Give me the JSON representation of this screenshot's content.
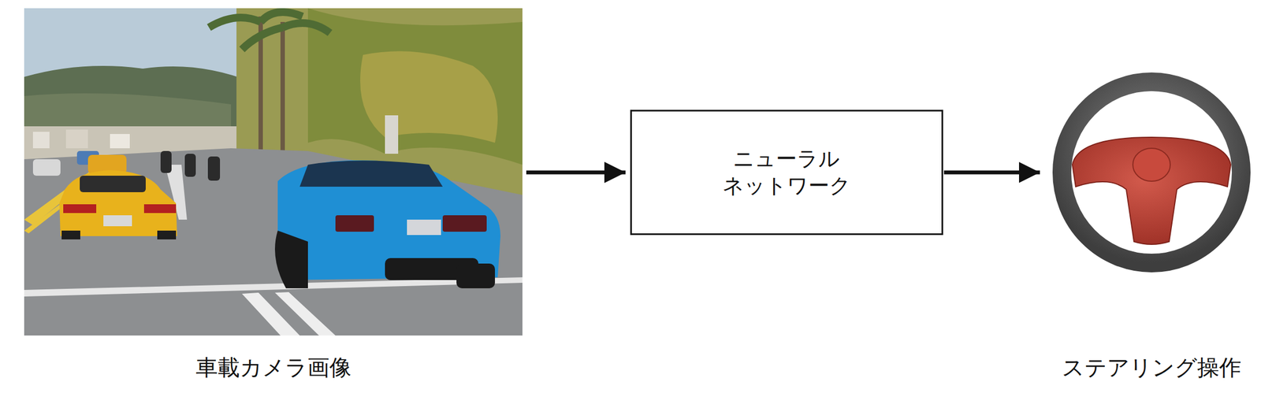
{
  "diagram": {
    "nodes": [
      {
        "text": [
          "車載カメラ画像"
        ]
      },
      {
        "text": [
          "ニューラル ネットワーク"
        ]
      },
      {
        "text": [
          "ステアリング操作"
        ]
      }
    ],
    "edges": [
      {
        "from": 0,
        "to": 1,
        "arrow": "to"
      },
      {
        "from": 1,
        "to": 2,
        "arrow": "to"
      }
    ]
  }
}
